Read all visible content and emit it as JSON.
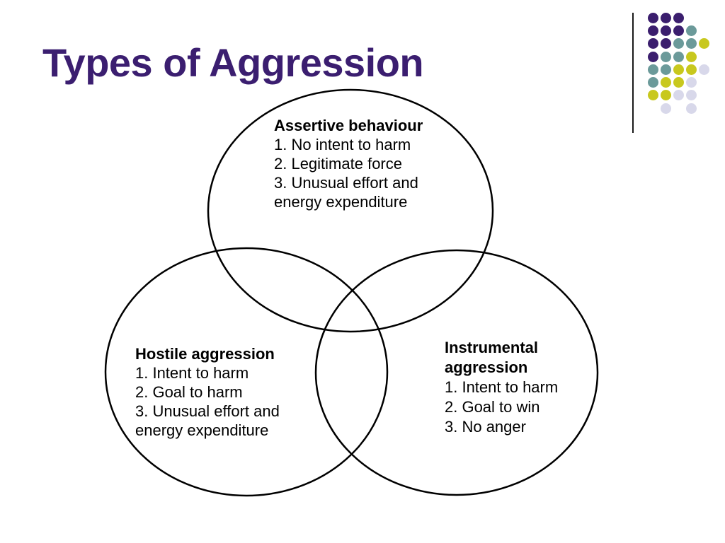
{
  "slide": {
    "title": "Types of Aggression"
  },
  "colors": {
    "title_text": "#3B1E70",
    "body_text": "#000000",
    "circle_stroke": "#000000",
    "rule_line": "#1a1a1a",
    "dot_purple": "#3B1E6E",
    "dot_teal": "#6B9A9A",
    "dot_yellow": "#C8C81E",
    "dot_lavender": "#D8D8EA"
  },
  "decoration": {
    "pattern": [
      "PPP..",
      "PPPT.",
      "PPTTY",
      "PTTY.",
      "TTYYL",
      "TYYL.",
      "YYLL.",
      ".L.L."
    ],
    "legend": {
      "P": "dot_purple",
      "T": "dot_teal",
      "Y": "dot_yellow",
      "L": "dot_lavender"
    }
  },
  "venn": {
    "circles": [
      {
        "id": "assertive",
        "title": "Assertive behaviour",
        "lines": [
          "1. No intent to harm",
          "2. Legitimate force",
          "3. Unusual effort and",
          "energy expenditure"
        ]
      },
      {
        "id": "hostile",
        "title": "Hostile aggression",
        "lines": [
          "1. Intent to harm",
          "2. Goal to harm",
          "3. Unusual effort and",
          "energy expenditure"
        ]
      },
      {
        "id": "instrumental",
        "title": "Instrumental aggression",
        "lines": [
          "1. Intent to harm",
          "2. Goal to win",
          "3. No anger"
        ]
      }
    ]
  }
}
